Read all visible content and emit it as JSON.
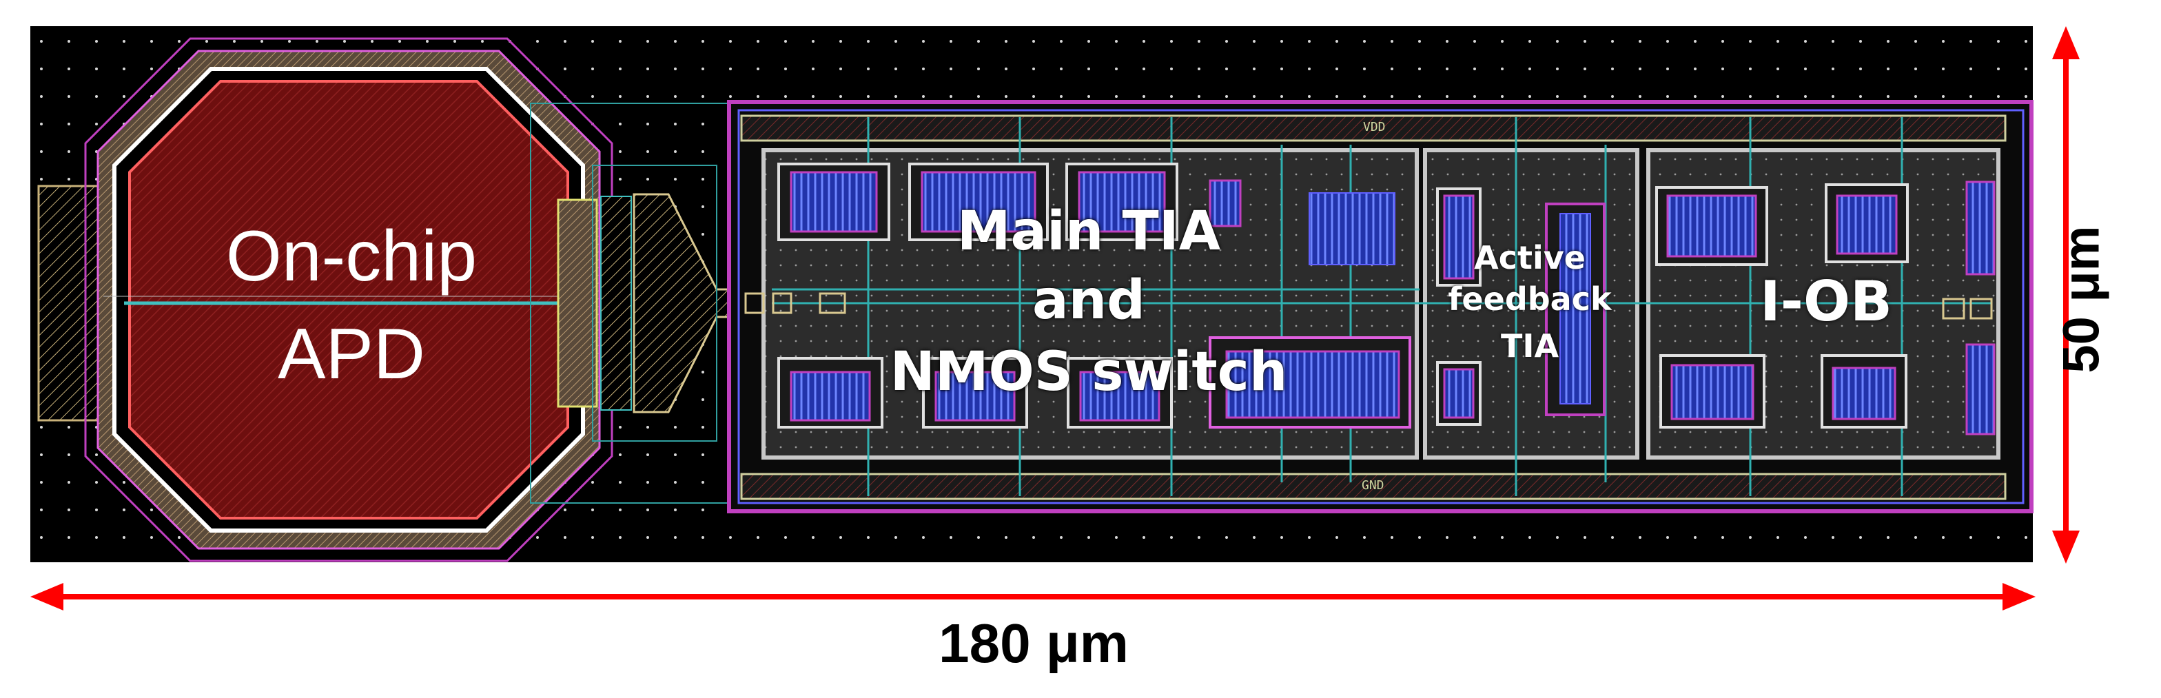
{
  "labels": {
    "apd_line1": "On-chip",
    "apd_line2": "APD",
    "main_line1": "Main TIA",
    "main_line2": "and",
    "main_line3": "NMOS switch",
    "afb_line1": "Active",
    "afb_line2": "feedback",
    "afb_line3": "TIA",
    "iob": "I-OB",
    "vdd": "VDD",
    "gnd": "GND"
  },
  "dimensions": {
    "width_label": "180 μm",
    "height_label": "50 μm"
  },
  "colors": {
    "background": "#000000",
    "apd_fill": "#6e0f0f",
    "metal_blue": "#3a4fd0",
    "outline_magenta": "#c040c0",
    "arrow_red": "#ff0000",
    "block_outline": "#c8c8c8"
  }
}
